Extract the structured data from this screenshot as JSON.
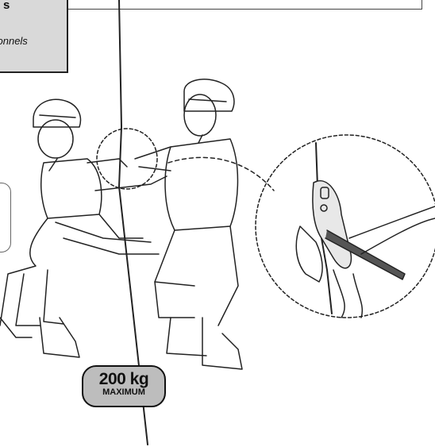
{
  "header_box": {
    "title": "s",
    "subtitle": "tionnels"
  },
  "badge": {
    "main": "200 kg",
    "sub": "MAXIMUM"
  },
  "icons": [
    "helmet-icon",
    "rope-icon",
    "belay-device-icon",
    "magnifier-callout-icon",
    "rescuer-figure-icon",
    "victim-figure-icon"
  ]
}
